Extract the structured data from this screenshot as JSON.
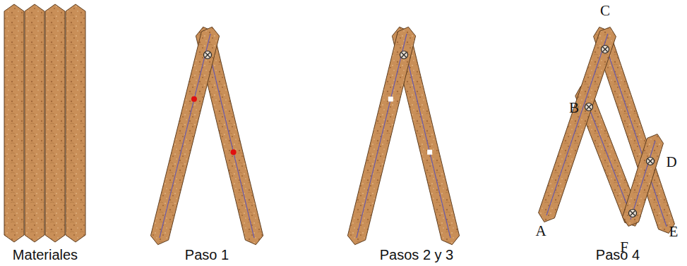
{
  "diagram": {
    "labels": [
      "Materiales",
      "Paso 1",
      "Pasos 2 y 3",
      "Paso 4",
      "C",
      "B",
      "D",
      "A",
      "F",
      "E"
    ]
  }
}
